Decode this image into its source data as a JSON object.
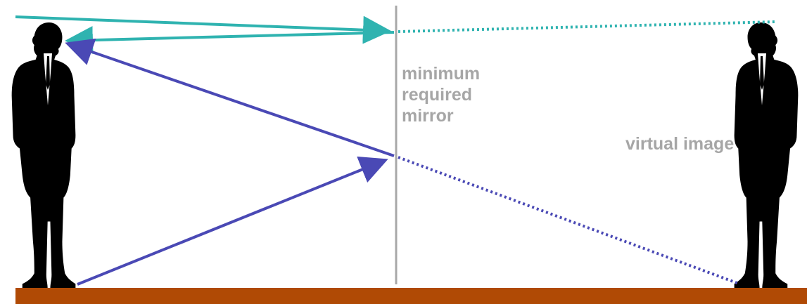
{
  "labels": {
    "mirror_line1": "minimum",
    "mirror_line2": "required",
    "mirror_line3": "mirror",
    "virtual_image": "virtual image"
  },
  "colors": {
    "floor": "#b04a05",
    "mirror": "#a8a8a8",
    "teal_ray": "#2fb3b0",
    "blue_ray": "#4a49b5",
    "silhouette": "#000000",
    "label_text": "#a6a6a6"
  },
  "icons": {
    "person": "person-silhouette-icon",
    "virtual_person": "virtual-person-silhouette-icon"
  }
}
